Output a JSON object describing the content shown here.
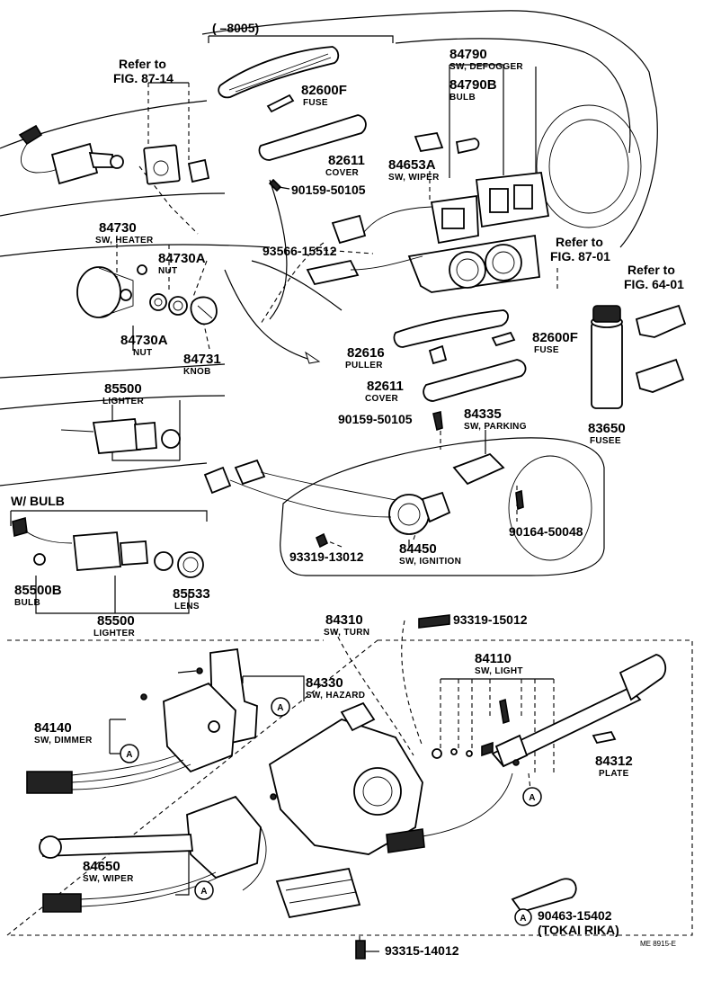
{
  "refs": {
    "bracket_top": "( –8005)",
    "refer_to": "Refer to",
    "fig_87_14": "FIG. 87-14",
    "fig_87_01": "FIG. 87-01",
    "fig_64_01": "FIG. 64-01",
    "w_bulb": "W/ BULB",
    "footer": "ME  8915-E",
    "A": "A"
  },
  "parts": {
    "p84790": {
      "num": "84790",
      "name": "SW, DEFOGGER"
    },
    "p84790B": {
      "num": "84790B",
      "name": "BULB"
    },
    "p82600F_top": {
      "num": "82600F",
      "name": "FUSE"
    },
    "p82611_top": {
      "num": "82611",
      "name": "COVER"
    },
    "p84653A": {
      "num": "84653A",
      "name": "SW, WIPER"
    },
    "p90159_top": {
      "num": "90159-50105"
    },
    "p84730": {
      "num": "84730",
      "name": "SW, HEATER"
    },
    "p84730A_1": {
      "num": "84730A",
      "name": "NUT"
    },
    "p84730A_2": {
      "num": "84730A",
      "name": "NUT"
    },
    "p84731": {
      "num": "84731",
      "name": "KNOB"
    },
    "p93566": {
      "num": "93566-15512"
    },
    "p82616": {
      "num": "82616",
      "name": "PULLER"
    },
    "p82600F_mid": {
      "num": "82600F",
      "name": "FUSE"
    },
    "p82611_mid": {
      "num": "82611",
      "name": "COVER"
    },
    "p90159_mid": {
      "num": "90159-50105"
    },
    "p84335": {
      "num": "84335",
      "name": "SW, PARKING"
    },
    "p83650": {
      "num": "83650",
      "name": "FUSEE"
    },
    "p85500_top": {
      "num": "85500",
      "name": "LIGHTER"
    },
    "p85500B": {
      "num": "85500B",
      "name": "BULB"
    },
    "p85533": {
      "num": "85533",
      "name": "LENS"
    },
    "p85500_bot": {
      "num": "85500",
      "name": "LIGHTER"
    },
    "p90164": {
      "num": "90164-50048"
    },
    "p84450": {
      "num": "84450",
      "name": "SW, IGNITION"
    },
    "p93319_13012": {
      "num": "93319-13012"
    },
    "p84310": {
      "num": "84310",
      "name": "SW, TURN"
    },
    "p93319_15012": {
      "num": "93319-15012"
    },
    "p84330": {
      "num": "84330",
      "name": "SW, HAZARD"
    },
    "p84110": {
      "num": "84110",
      "name": "SW, LIGHT"
    },
    "p84140": {
      "num": "84140",
      "name": "SW, DIMMER"
    },
    "p84312": {
      "num": "84312",
      "name": "PLATE"
    },
    "p84650": {
      "num": "84650",
      "name": "SW, WIPER"
    },
    "p90463": {
      "num": "90463-15402",
      "name": "(TOKAI RIKA)"
    },
    "p93315": {
      "num": "93315-14012"
    }
  }
}
